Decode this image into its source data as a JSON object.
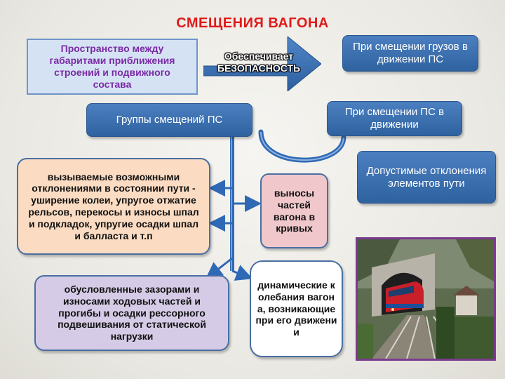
{
  "title": "СМЕЩЕНИЯ ВАГОНА",
  "space_box": "Пространство между габаритами приближения строений и подвижного состава",
  "ensures_arrow": "Обеспечивает БЕЗОПАСНОСТЬ",
  "cargo_shift_box": "При смещении грузов в движении ПС",
  "groups_box": "Группы смещений ПС",
  "ps_shift_box": "При смещении ПС в движении",
  "allowed_deviations_box": "Допустимые отклонения элементов пути",
  "track_deviations_box": "вызываемые возможными отклонениями в состоянии пути - уширение колеи, упругое отжатие рельсов, перекосы и износы шпал и подкладок, упругие осадки шпал и балласта и т.п",
  "curves_box": "выносы частей вагона в кривых",
  "gaps_box": "обусловленные зазорами и износами ходовых частей и прогибы и осадки рессорного подвешивания от статической нагрузки",
  "dynamic_box": "динамические колебания вагона, возникающие при его движении",
  "colors": {
    "title": "#e01a1a",
    "blue_box": "#3a6eb0",
    "connector": "#2f69b5"
  }
}
